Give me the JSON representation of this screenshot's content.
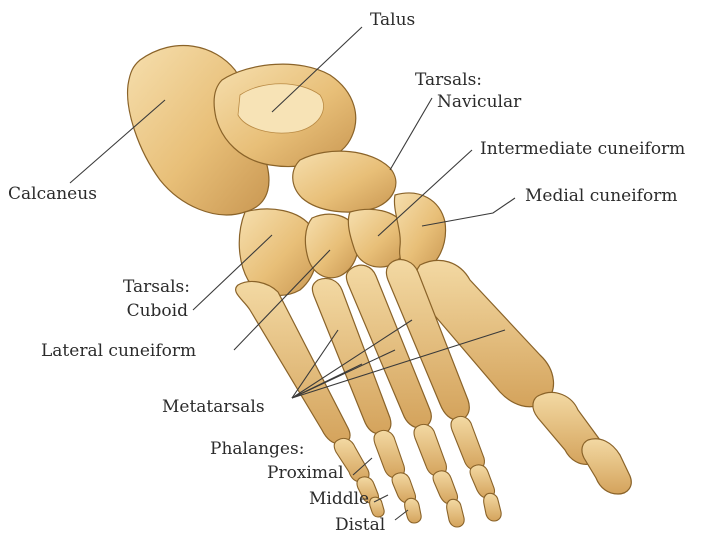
{
  "colors": {
    "bone_light": "#f1d49a",
    "bone_mid": "#e2b66c",
    "bone_dark": "#b98a44",
    "bone_edge": "#7a5523",
    "leader": "#3a3a3a",
    "text": "#2b2b2b"
  },
  "labels": {
    "talus": "Talus",
    "tarsals_navicular_heading": "Tarsals:",
    "navicular": "Navicular",
    "intermediate_cuneiform": "Intermediate cuneiform",
    "medial_cuneiform": "Medial cuneiform",
    "calcaneus": "Calcaneus",
    "tarsals_cuboid_heading": "Tarsals:",
    "cuboid": "Cuboid",
    "lateral_cuneiform": "Lateral cuneiform",
    "metatarsals": "Metatarsals",
    "phalanges_heading": "Phalanges:",
    "proximal": "Proximal",
    "middle": "Middle",
    "distal": "Distal"
  }
}
